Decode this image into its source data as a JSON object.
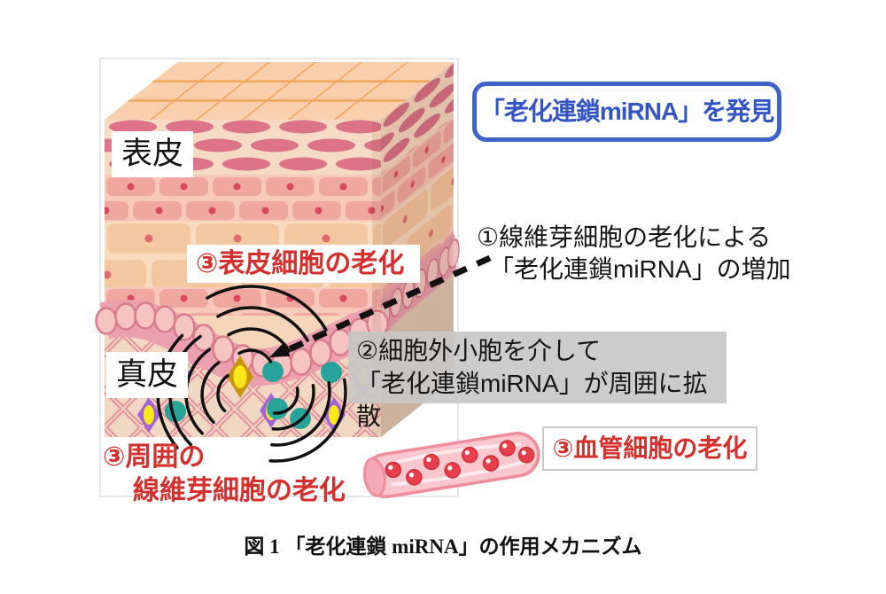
{
  "figure": {
    "badge": {
      "text": "「老化連鎖miRNA」を発見"
    },
    "skin": {
      "epidermis_label": "表皮",
      "dermis_label": "真皮"
    },
    "steps": {
      "step1_line1": "①線維芽細胞の老化による",
      "step1_line2": "「老化連鎖miRNA」の増加",
      "step2_line1": "②細胞外小胞を介して",
      "step2_line2": "「老化連鎖miRNA」が周囲に拡散",
      "epidermal_aging": "③表皮細胞の老化",
      "surrounding_line1": "③周囲の",
      "surrounding_line2": "線維芽細胞の老化",
      "vessel_aging": "③血管細胞の老化"
    },
    "caption": "図 1 「老化連鎖 miRNA」の作用メカニズム",
    "colors": {
      "accent_blue": "#3d63c8",
      "accent_red": "#d3302e",
      "step2_box_gray": "#c6c6c6",
      "vesicle_teal": "#27a39a",
      "fibroblast_purple": "#a263d8",
      "senescent_gold": "#c8960e",
      "cell_core_yellow": "#ffe81a"
    }
  }
}
